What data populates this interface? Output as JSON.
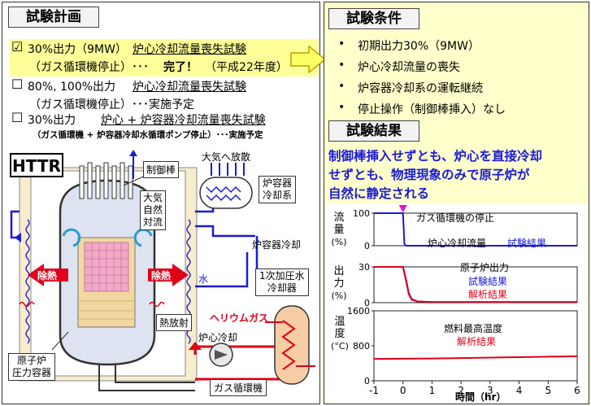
{
  "plan": {
    "title": "試験計画",
    "items": [
      {
        "checkbox": "☑",
        "line1_a": "30%出力（9MW）",
        "line1_b": "炉心冷却流量喪失試験",
        "line2_a": "（ガス循環機停止）･･･",
        "line2_b": "完了！",
        "line2_c": "（平成22年度）"
      },
      {
        "checkbox": "☐",
        "line1_a": "80%, 100%出力",
        "line1_b": "炉心冷却流量喪失試験",
        "line2_a": "（ガス循環機停止）･･･実施予定"
      },
      {
        "checkbox": "☐",
        "line1_a": "30%出力",
        "line1_b": "炉心 + 炉容器冷却流量喪失試験",
        "line2_a": "（ガス循環機 + 炉容器冷却水循環ポンプ停止）･･･実施予定"
      }
    ]
  },
  "conditions": {
    "title": "試験条件",
    "bullet": "•",
    "items": [
      "初期出力30%（9MW）",
      "炉心冷却流量の喪失",
      "炉容器冷却系の運転継続",
      "停止操作（制御棒挿入）なし"
    ]
  },
  "results": {
    "title": "試験結果",
    "statement": [
      "制御棒挿入せずとも、炉心を直接冷却",
      "せずとも、物理現象のみで原子炉が",
      "自然に静定される"
    ]
  },
  "diagram": {
    "title": "HTTR",
    "labels": {
      "control_rod": "制御棒",
      "atmosphere_release": "大気へ放散",
      "rv_cooling": [
        "炉容器",
        "冷却系"
      ],
      "natural_convection": [
        "大気",
        "自然",
        "対流"
      ],
      "heat_removal_left": "除熱",
      "heat_removal_right": "除熱",
      "rv_cooling_water": "炉容器冷却",
      "water": "水",
      "primary_cooler": [
        "1次加圧水",
        "冷却器"
      ],
      "thermal_radiation": "熱放射",
      "helium_gas": "ヘリウムガス",
      "core_cooling": "炉心冷却",
      "gas_circulator": "ガス循環機",
      "pressure_vessel": [
        "原子炉",
        "圧力容器"
      ]
    }
  },
  "charts": {
    "xlabel": "時間（hr）",
    "x_ticks": [
      "-1",
      "0",
      "1",
      "2",
      "3",
      "4",
      "5",
      "6"
    ],
    "event_label": "ガス循環機の停止",
    "panels": [
      {
        "ylabel": [
          "流",
          "量",
          "(%)"
        ],
        "y_ticks": [
          "100",
          "0"
        ],
        "title": "炉心冷却流量",
        "legend": [
          {
            "name": "試験結果",
            "color": "#1a1ad8"
          }
        ]
      },
      {
        "ylabel": [
          "出",
          "力",
          "(%)"
        ],
        "y_ticks": [
          "30",
          "0"
        ],
        "title": "原子炉出力",
        "legend": [
          {
            "name": "試験結果",
            "color": "#1a1ad8"
          },
          {
            "name": "解析結果",
            "color": "#e0001a"
          }
        ]
      },
      {
        "ylabel": [
          "温",
          "度",
          "(°C)"
        ],
        "y_ticks": [
          "1600",
          "800",
          "0"
        ],
        "title": "燃料最高温度",
        "legend": [
          {
            "name": "解析結果",
            "color": "#e0001a"
          }
        ]
      }
    ]
  },
  "chart_data": [
    {
      "type": "line",
      "title": "炉心冷却流量",
      "ylabel": "流量(%)",
      "xlabel": "時間（hr）",
      "xlim": [
        -1,
        6
      ],
      "ylim": [
        0,
        100
      ],
      "series": [
        {
          "name": "試験結果",
          "color": "#1a1ad8",
          "x": [
            -1,
            0,
            0.05,
            0.1,
            6
          ],
          "y": [
            100,
            100,
            5,
            0,
            0
          ]
        }
      ]
    },
    {
      "type": "line",
      "title": "原子炉出力",
      "ylabel": "出力(%)",
      "xlabel": "時間（hr）",
      "xlim": [
        -1,
        6
      ],
      "ylim": [
        0,
        30
      ],
      "series": [
        {
          "name": "試験結果",
          "color": "#1a1ad8",
          "x": [
            -1,
            0,
            0.1,
            0.2,
            0.3,
            0.5,
            1,
            6
          ],
          "y": [
            30,
            30,
            20,
            8,
            3,
            1,
            0.5,
            0.5
          ]
        },
        {
          "name": "解析結果",
          "color": "#e0001a",
          "x": [
            -1,
            0,
            0.1,
            0.2,
            0.3,
            0.5,
            1,
            6
          ],
          "y": [
            30,
            30,
            19,
            7,
            2.5,
            1,
            0.5,
            0.5
          ]
        }
      ]
    },
    {
      "type": "line",
      "title": "燃料最高温度",
      "ylabel": "温度(°C)",
      "xlabel": "時間（hr）",
      "xlim": [
        -1,
        6
      ],
      "ylim": [
        0,
        1600
      ],
      "series": [
        {
          "name": "解析結果",
          "color": "#e0001a",
          "x": [
            -1,
            0,
            1,
            2,
            3,
            4,
            5,
            6
          ],
          "y": [
            500,
            505,
            510,
            520,
            530,
            540,
            550,
            560
          ]
        }
      ]
    }
  ]
}
